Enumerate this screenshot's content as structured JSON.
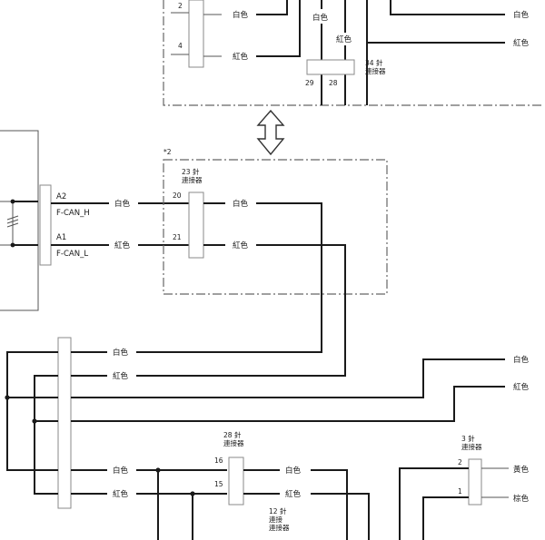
{
  "wire_colors": {
    "white": "白色",
    "red": "紅色",
    "yellow": "黃色",
    "brown": "棕色"
  },
  "connectors": {
    "c34": {
      "line1": "34 針",
      "line2": "連接器",
      "pin_a": "29",
      "pin_b": "28"
    },
    "c23": {
      "line1": "23 針",
      "line2": "連接器",
      "pin_a": "20",
      "pin_b": "21"
    },
    "c28": {
      "line1": "28 針",
      "line2": "連接器",
      "pin_a": "16",
      "pin_b": "15"
    },
    "c3": {
      "line1": "3 針",
      "line2": "連接器",
      "pin_a": "2",
      "pin_b": "1"
    },
    "c12": {
      "line1": "12 針",
      "line2": "連接",
      "line3": "連接器"
    },
    "top_left": {
      "pin_a": "2",
      "pin_b": "4"
    }
  },
  "module": {
    "pin_a2": "A2",
    "sig_a2": "F-CAN_H",
    "pin_a1": "A1",
    "sig_a1": "F-CAN_L"
  },
  "note": "*2",
  "arrow": {
    "icon": "double-arrow-vertical-icon"
  }
}
